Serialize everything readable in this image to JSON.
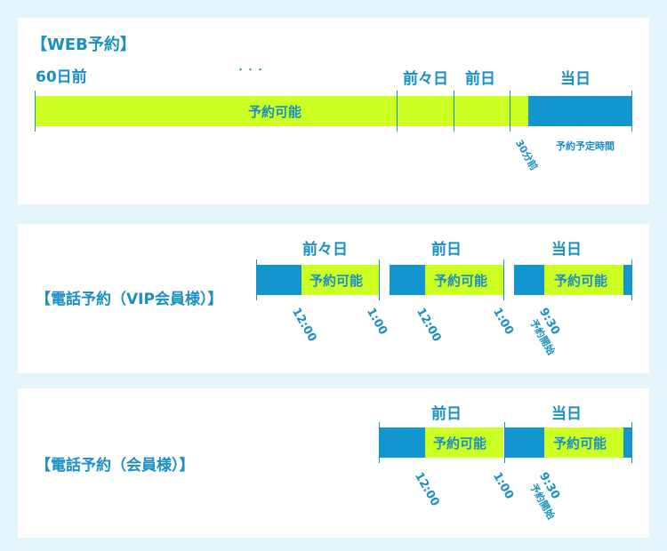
{
  "colors": {
    "background": "#e4f5fb",
    "accent_text": "#1a8fc4",
    "available_green": "#ccff22",
    "blocked_blue": "#1396cf"
  },
  "web": {
    "title": "【WEB予約】",
    "label_60": "60日前",
    "label_dots": "・・・",
    "label_zenzen": "前々日",
    "label_zen": "前日",
    "label_today": "当日",
    "bar_text": "予約可能",
    "below_30": "30分前",
    "below_reserve": "予約予定時間"
  },
  "vip": {
    "title": "【電話予約（VIP会員様）】",
    "label_zenzen": "前々日",
    "label_zen": "前日",
    "label_today": "当日",
    "seg1_text": "予約可能",
    "seg2_text": "予約可能",
    "seg3_text": "予約可能",
    "t1": "12:00",
    "t2": "1:00",
    "t3": "12:00",
    "t4": "1:00",
    "t5": "9:30",
    "t5b": "予約開始"
  },
  "member": {
    "title": "【電話予約（会員様）】",
    "label_zen": "前日",
    "label_today": "当日",
    "seg1_text": "予約可能",
    "seg2_text": "予約可能",
    "t1": "12:00",
    "t2": "1:00",
    "t3": "9:30",
    "t3b": "予約開始"
  }
}
